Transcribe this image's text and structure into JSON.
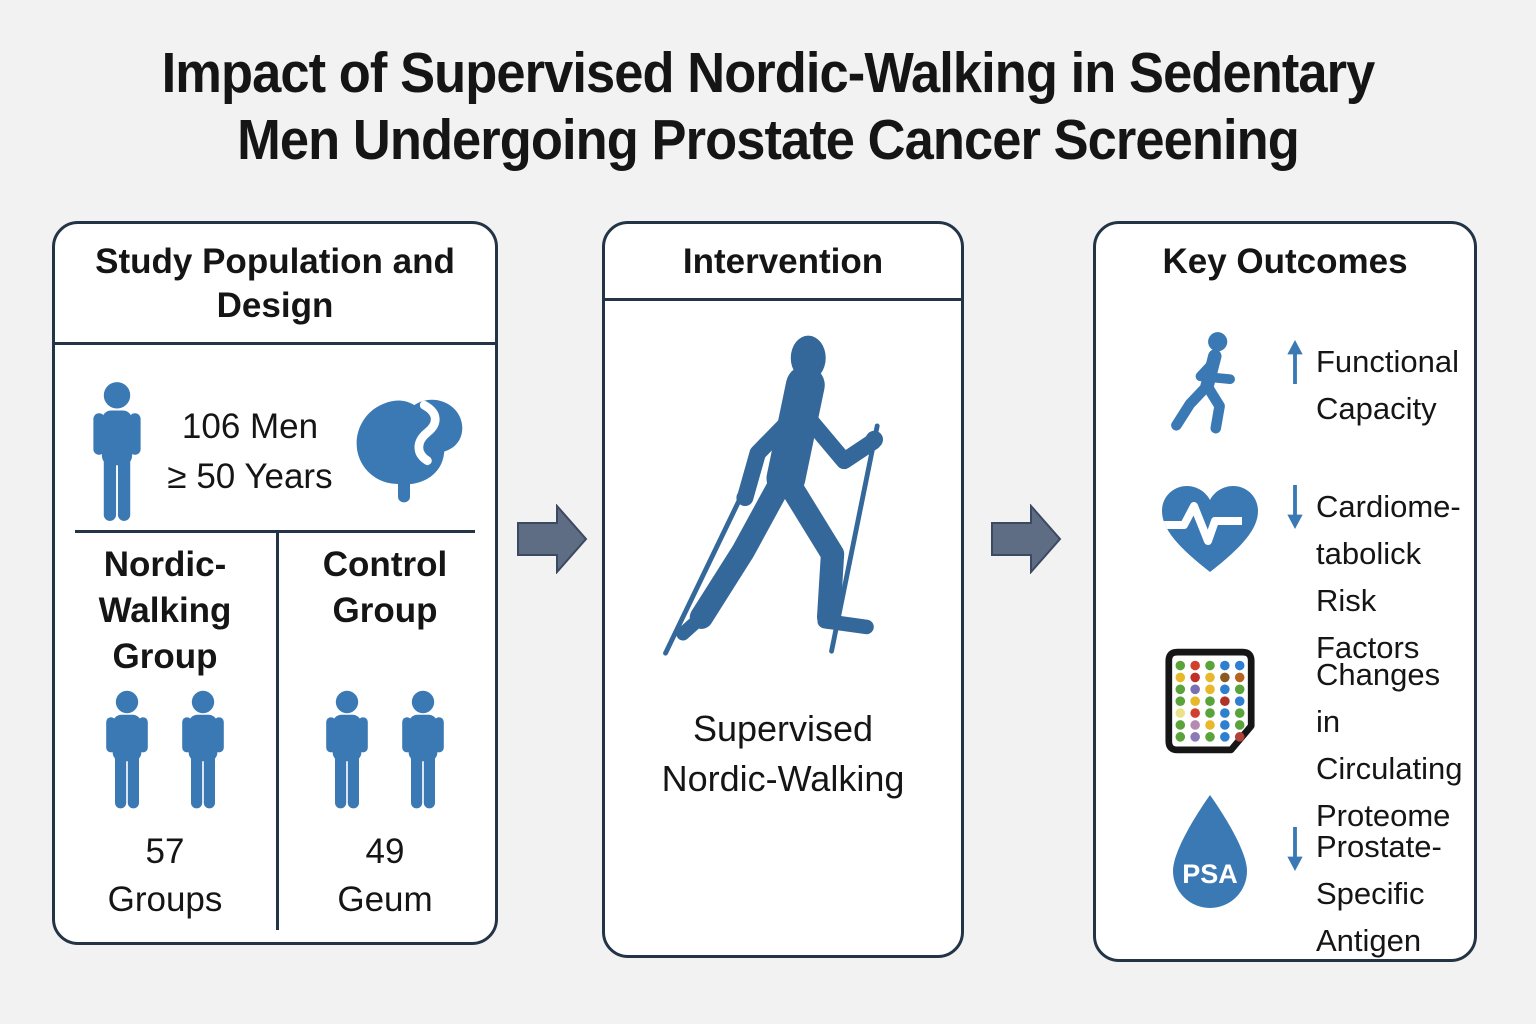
{
  "colors": {
    "background": "#f2f2f2",
    "panel_bg": "#ffffff",
    "panel_border": "#243447",
    "text": "#151515",
    "icon_blue": "#3a79b4",
    "silhouette_blue": "#35689a",
    "flow_arrow": "#5e6c84",
    "flow_arrow_border": "#3c4a61",
    "outcome_arrow": "#3a79b4",
    "chip_border": "#161616"
  },
  "title": "Impact of Supervised Nordic-Walking in Sedentary\nMen Undergoing Prostate Cancer Screening",
  "panels": {
    "study": {
      "header": "Study Population and\nDesign",
      "population": "106 Men\n≥ 50 Years",
      "groups": [
        {
          "name": "Nordic-\nWalking\nGroup",
          "count": "57\nGroups"
        },
        {
          "name": "Control\nGroup",
          "count": "49\nGeum"
        }
      ]
    },
    "intervention": {
      "header": "Intervention",
      "label": "Supervised\nNordic-Walking"
    },
    "outcomes": {
      "header": "Key Outcomes",
      "psa_label": "PSA",
      "items": [
        {
          "icon": "walking-person-icon",
          "arrow": "up",
          "text": "Functional\nCapacity"
        },
        {
          "icon": "heart-pulse-icon",
          "arrow": "down",
          "text": "Cardiome-\ntabolick Risk\nFactors"
        },
        {
          "icon": "microarray-icon",
          "arrow": "none",
          "text": "Changes in\nCirculating\nProteome"
        },
        {
          "icon": "psa-drop-icon",
          "arrow": "down",
          "text": "Prostate-\nSpecific\nAntigen"
        }
      ],
      "microarray_dots": [
        [
          "#5aa33b",
          "#d23f2f",
          "#5aa33b",
          "#2f7fd0",
          "#2f7fd0"
        ],
        [
          "#e8b72a",
          "#c03028",
          "#e8b72a",
          "#8a5a20",
          "#b4641e"
        ],
        [
          "#5aa33b",
          "#7a6fb5",
          "#e8b72a",
          "#2f7fd0",
          "#5aa33b"
        ],
        [
          "#5aa33b",
          "#e8b72a",
          "#5aa33b",
          "#b03228",
          "#2f7fd0"
        ],
        [
          "#e9e289",
          "#d23f2f",
          "#5aa33b",
          "#2f7fd0",
          "#5aa33b"
        ],
        [
          "#5aa33b",
          "#b58ab0",
          "#e8b72a",
          "#2f7fd0",
          "#5aa33b"
        ],
        [
          "#5aa33b",
          "#8a7ab5",
          "#5aa33b",
          "#2f7fd0",
          "#b0403a"
        ]
      ]
    }
  }
}
